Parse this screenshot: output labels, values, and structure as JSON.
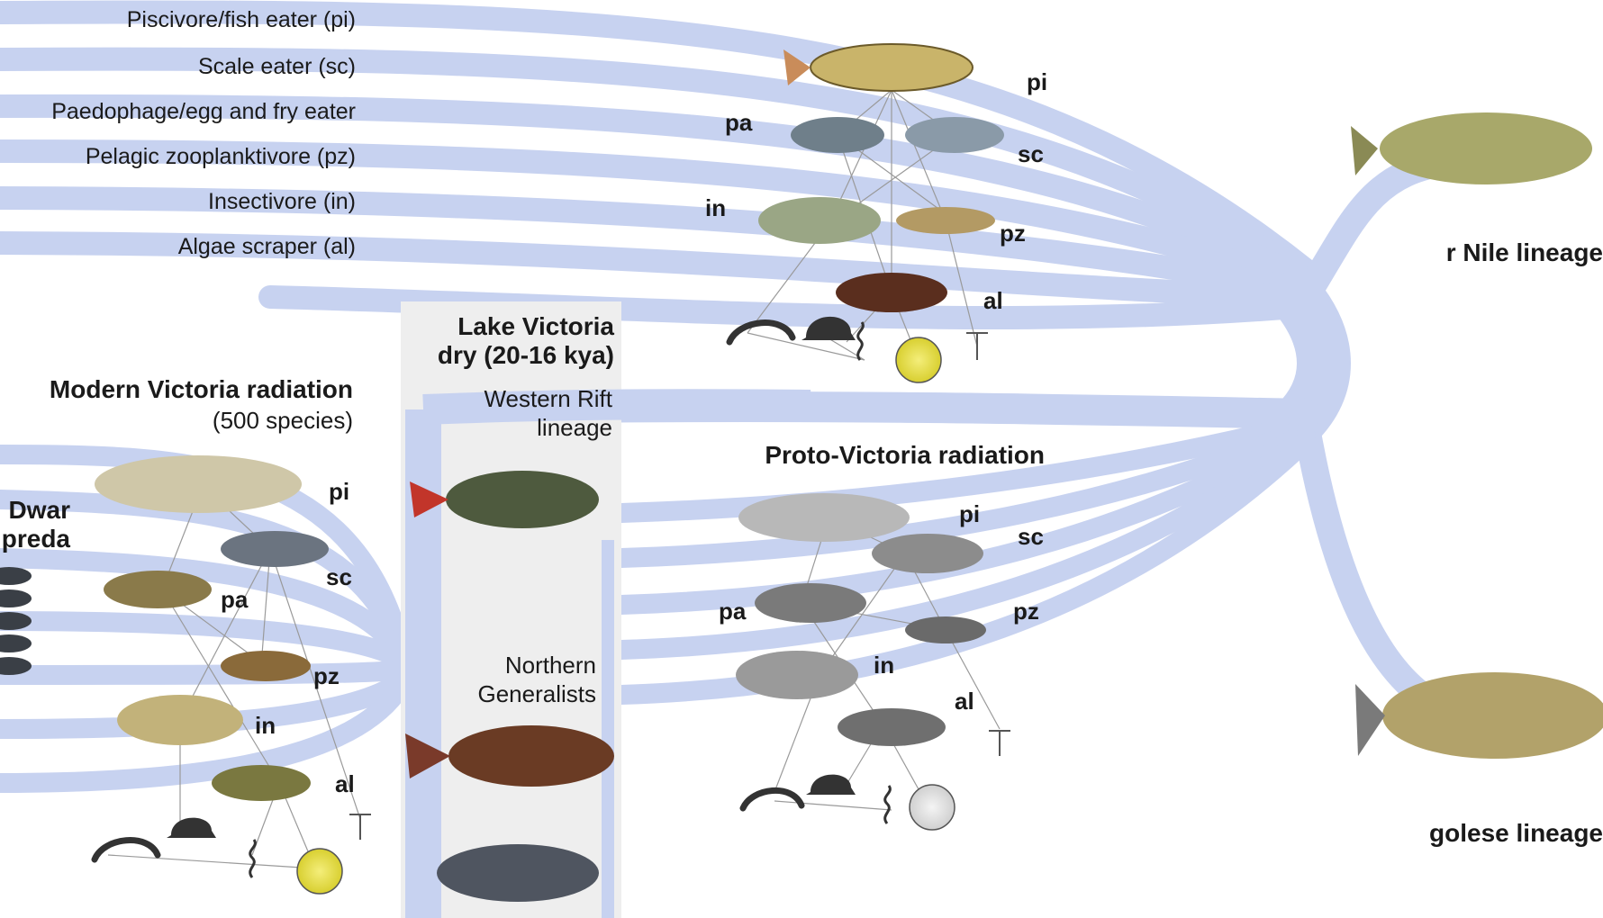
{
  "legend": {
    "items": [
      "Piscivore/fish eater (pi)",
      "Scale eater (sc)",
      "Paedophage/egg and fry eater",
      "Pelagic zooplanktivore (pz)",
      "Insectivore (in)",
      "Algae scraper (al)"
    ]
  },
  "groups": {
    "top_cut_title": "...radiation",
    "lake_dry_line1": "Lake Victoria",
    "lake_dry_line2": "dry (20-16 kya)",
    "modern_title": "Modern Victoria radiation",
    "modern_count": "(500 species)",
    "dwarf_line1": "Dwar",
    "dwarf_line2": "preda",
    "western_line1": "Western Rift",
    "western_line2": "lineage",
    "northern_line1": "Northern",
    "northern_line2": "Generalists",
    "proto_title": "Proto-Victoria radiation",
    "upper_nile": "r Nile lineage",
    "congolese": "golese lineage"
  },
  "abbr": {
    "pi": "pi",
    "sc": "sc",
    "pa": "pa",
    "pz": "pz",
    "in": "in",
    "al": "al"
  },
  "colors": {
    "lineage_band": "#c7d2f0",
    "text": "#1a1a1a",
    "panel": "#eeeeee",
    "link_line": "#9a9a9a",
    "algae_yellow": "#e8e04a"
  },
  "icons": [
    "worm-icon",
    "snail-icon",
    "insect-larva-icon",
    "algae-cell-icon",
    "zooplankton-icon"
  ]
}
